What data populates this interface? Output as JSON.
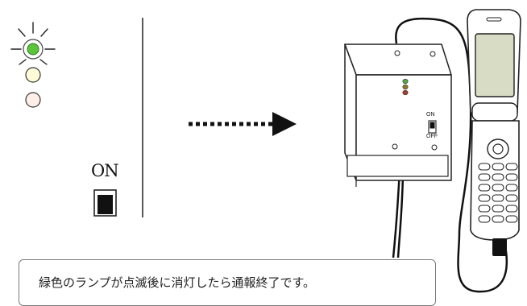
{
  "indicator": {
    "lamps": [
      {
        "color": "green",
        "fill": "#5cc43a",
        "state": "blinking"
      },
      {
        "color": "yellow",
        "fill": "#fffbd8",
        "state": "off"
      },
      {
        "color": "red",
        "fill": "#fdefe8",
        "state": "off"
      }
    ],
    "switch_label": "ON"
  },
  "device": {
    "switch_on_label": "ON",
    "switch_off_label": "OFF",
    "led_colors": [
      "#4fa84a",
      "#8a7a2a",
      "#a83a2a"
    ]
  },
  "caption": {
    "text": "緑色のランプが点滅後に消灯したら通報終了です。"
  }
}
